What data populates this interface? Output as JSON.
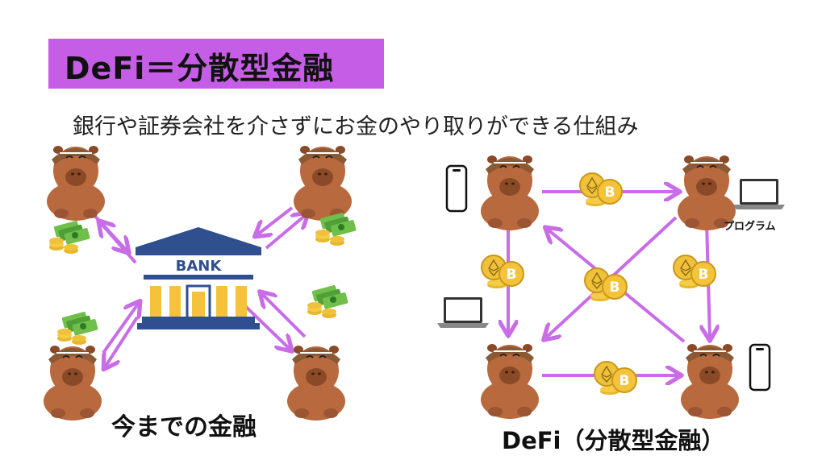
{
  "title": "DeFi＝分散型金融",
  "subtitle": "銀行や証券会社を介さずにお金のやり取りができる仕組み",
  "bank_label": "BANK",
  "caption_traditional": "今までの金融",
  "caption_defi": "DeFi（分散型金融）",
  "program_label": "プログラム",
  "colors": {
    "accent": "#c55de6",
    "arrow": "#c86ce8",
    "capybara": "#b8693e",
    "bank_blue": "#2f4f8f",
    "bank_gold": "#f5c33b",
    "coin_gold": "#f0c13a"
  },
  "icons": [
    "capybara-icon",
    "bank-icon",
    "money-icon",
    "ethereum-coin-icon",
    "bitcoin-coin-icon",
    "smartphone-icon",
    "laptop-icon"
  ]
}
